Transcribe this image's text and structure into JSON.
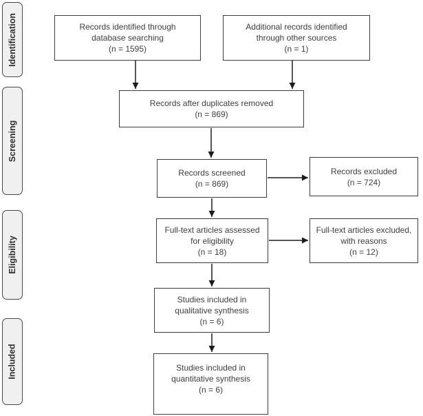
{
  "sidebar": {
    "items": [
      {
        "label": "Identification"
      },
      {
        "label": "Screening"
      },
      {
        "label": "Eligibility"
      },
      {
        "label": "Included"
      }
    ]
  },
  "flow": {
    "identified_db": {
      "line1": "Records identified through",
      "line2": "database searching",
      "n": "(n = 1595)"
    },
    "identified_other": {
      "line1": "Additional records identified",
      "line2": "through other sources",
      "n": "(n = 1)"
    },
    "duplicates_removed": {
      "line1": "Records after duplicates removed",
      "n": "(n = 869)"
    },
    "screened": {
      "line1": "Records screened",
      "n": "(n = 869)"
    },
    "excluded": {
      "line1": "Records excluded",
      "n": "(n = 724)"
    },
    "fulltext_assessed": {
      "line1": "Full-text articles assessed",
      "line2": "for eligibility",
      "n": "(n = 18)"
    },
    "fulltext_excluded": {
      "line1": "Full-text articles excluded,",
      "line2": "with reasons",
      "n": "(n = 12)"
    },
    "qualitative": {
      "line1": "Studies included in",
      "line2": "qualitative synthesis",
      "n": "(n = 6)"
    },
    "quantitative": {
      "line1": "Studies included in",
      "line2": "quantitative synthesis",
      "n": "(n = 6)"
    }
  },
  "colors": {
    "box_border": "#3b3b3b",
    "text": "#3d3d3d",
    "sidebar_fill": "#f0f0f0",
    "sidebar_border": "#464646",
    "arrow": "#1c1c1c",
    "bg": "#ffffff"
  }
}
